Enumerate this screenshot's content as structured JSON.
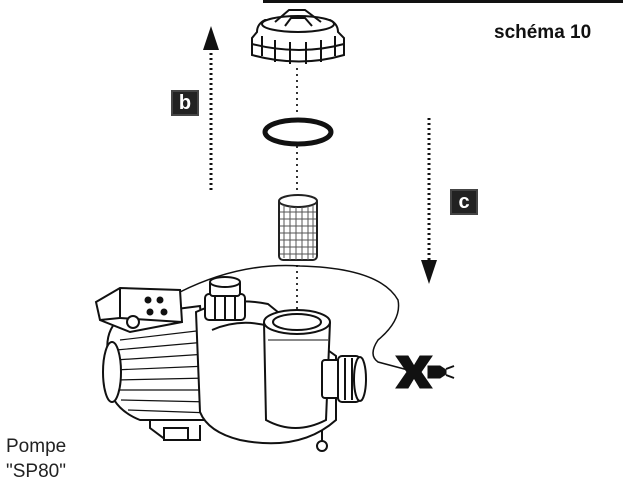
{
  "title": "schéma 10",
  "step_b": "b",
  "step_c": "c",
  "caption": {
    "line1": "Pompe",
    "line2": "\"SP80\""
  },
  "icons": [
    "lid-icon",
    "o-ring-icon",
    "strainer-basket-icon",
    "pump-icon",
    "unplug-icon",
    "arrow-up-icon",
    "arrow-down-icon"
  ]
}
